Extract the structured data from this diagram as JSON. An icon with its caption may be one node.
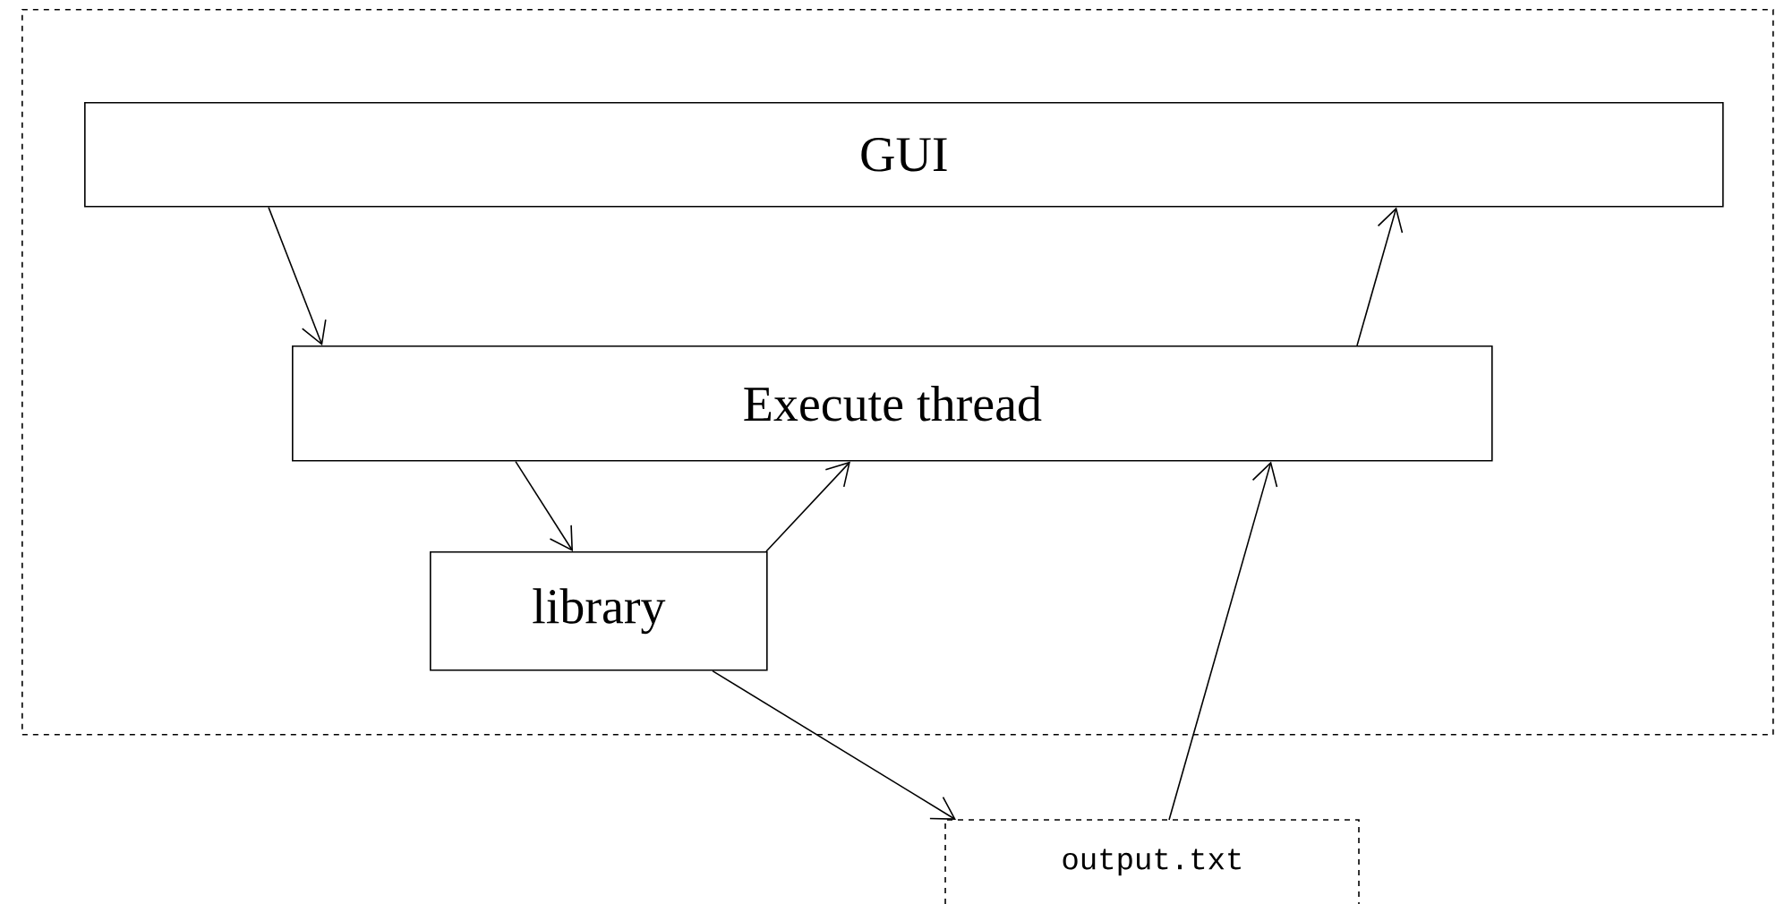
{
  "diagram": {
    "nodes": [
      {
        "text": [],
        "shape": "box"
      },
      {
        "text": [
          "GUI"
        ],
        "in": 0
      },
      {
        "text": [
          "Execute thread"
        ],
        "in": 0
      },
      {
        "text": [
          "library"
        ],
        "in": 0
      },
      {
        "text": [
          "output.txt"
        ]
      }
    ],
    "edges": [
      {
        "from": 1,
        "to": 2,
        "arrow": "to"
      },
      {
        "from": 2,
        "to": 1,
        "arrow": "to"
      },
      {
        "from": 2,
        "to": 3,
        "arrow": "to"
      },
      {
        "from": 3,
        "to": 2,
        "arrow": "to"
      },
      {
        "from": 3,
        "to": 4,
        "arrow": "to"
      },
      {
        "from": 4,
        "to": 2,
        "arrow": "to"
      }
    ]
  }
}
